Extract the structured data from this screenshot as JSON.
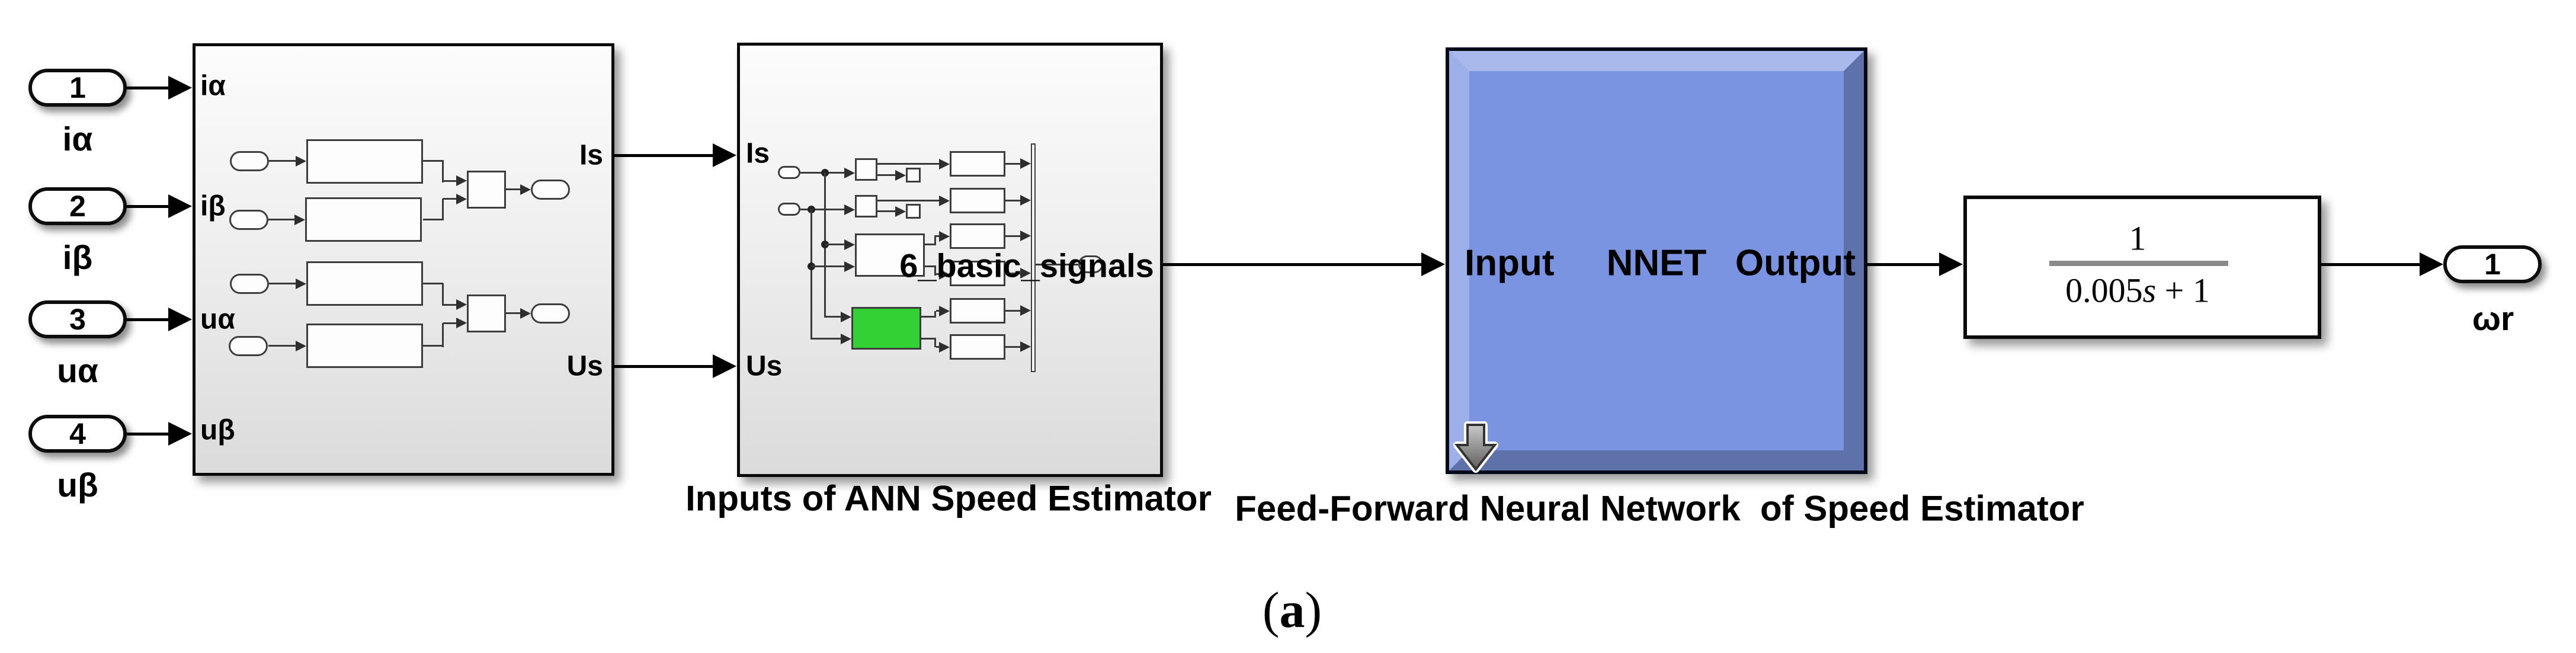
{
  "inports": [
    {
      "num": "1",
      "label": "iα"
    },
    {
      "num": "2",
      "label": "iβ"
    },
    {
      "num": "3",
      "label": "uα"
    },
    {
      "num": "4",
      "label": "uβ"
    }
  ],
  "outport": {
    "num": "1",
    "label": "ωr"
  },
  "pre_subsystem": {
    "in_ports": [
      "iα",
      "iβ",
      "uα",
      "uβ"
    ],
    "out_ports": [
      "Is",
      "Us"
    ]
  },
  "ann_inputs_subsystem": {
    "caption": "Inputs of ANN Speed Estimator",
    "in_ports": [
      "Is",
      "Us"
    ],
    "signal_label": "6_basic_signals"
  },
  "nnet_block": {
    "caption": "Feed-Forward Neural Network  of Speed Estimator",
    "input_label": "Input",
    "center_label": "NNET",
    "output_label": "Output"
  },
  "transfer_fcn": {
    "numerator": "1",
    "den_coeff": "0.005",
    "den_var": "s",
    "den_rest": " + 1"
  },
  "figure_caption": {
    "open": "(",
    "letter": "a",
    "close": ")"
  },
  "colors": {
    "nnet_fill": "#7b94e2",
    "nnet_bevel_light": "#a9b9ec",
    "nnet_bevel_left": "#9db0e9",
    "nnet_bevel_dark": "#5e71a8",
    "highlight_green": "#33d133",
    "fraction_bar": "#8a8a8a"
  }
}
